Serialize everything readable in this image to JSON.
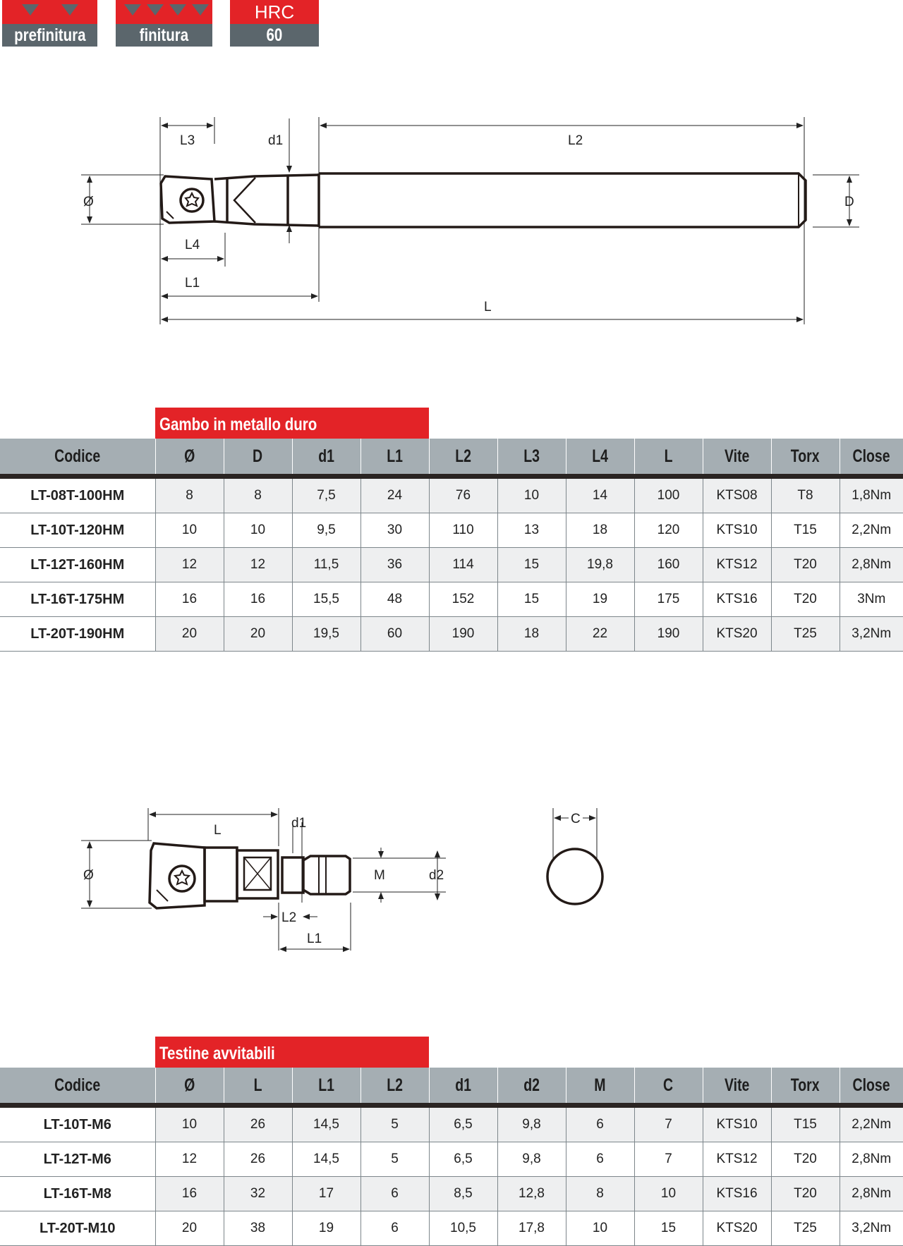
{
  "badges": {
    "prefinitura": "prefinitura",
    "finitura": "finitura",
    "hrc_label": "HRC",
    "hrc_value": "60"
  },
  "drawing1": {
    "labels": {
      "L3": "L3",
      "d1": "d1",
      "L2": "L2",
      "dia": "Ø",
      "D": "D",
      "L4": "L4",
      "L1": "L1",
      "L": "L"
    }
  },
  "table1": {
    "title": "Gambo in metallo duro",
    "headers": [
      "Codice",
      "Ø",
      "D",
      "d1",
      "L1",
      "L2",
      "L3",
      "L4",
      "L",
      "Vite",
      "Torx",
      "Close"
    ],
    "rows": [
      [
        "LT-08T-100HM",
        "8",
        "8",
        "7,5",
        "24",
        "76",
        "10",
        "14",
        "100",
        "KTS08",
        "T8",
        "1,8Nm"
      ],
      [
        "LT-10T-120HM",
        "10",
        "10",
        "9,5",
        "30",
        "110",
        "13",
        "18",
        "120",
        "KTS10",
        "T15",
        "2,2Nm"
      ],
      [
        "LT-12T-160HM",
        "12",
        "12",
        "11,5",
        "36",
        "114",
        "15",
        "19,8",
        "160",
        "KTS12",
        "T20",
        "2,8Nm"
      ],
      [
        "LT-16T-175HM",
        "16",
        "16",
        "15,5",
        "48",
        "152",
        "15",
        "19",
        "175",
        "KTS16",
        "T20",
        "3Nm"
      ],
      [
        "LT-20T-190HM",
        "20",
        "20",
        "19,5",
        "60",
        "190",
        "18",
        "22",
        "190",
        "KTS20",
        "T25",
        "3,2Nm"
      ]
    ]
  },
  "drawing2": {
    "labels": {
      "L": "L",
      "d1": "d1",
      "dia": "Ø",
      "M": "M",
      "d2": "d2",
      "L2": "L2",
      "L1": "L1",
      "C": "C"
    }
  },
  "table2": {
    "title": "Testine avvitabili",
    "headers": [
      "Codice",
      "Ø",
      "L",
      "L1",
      "L2",
      "d1",
      "d2",
      "M",
      "C",
      "Vite",
      "Torx",
      "Close"
    ],
    "rows": [
      [
        "LT-10T-M6",
        "10",
        "26",
        "14,5",
        "5",
        "6,5",
        "9,8",
        "6",
        "7",
        "KTS10",
        "T15",
        "2,2Nm"
      ],
      [
        "LT-12T-M6",
        "12",
        "26",
        "14,5",
        "5",
        "6,5",
        "9,8",
        "6",
        "7",
        "KTS12",
        "T20",
        "2,8Nm"
      ],
      [
        "LT-16T-M8",
        "16",
        "32",
        "17",
        "6",
        "8,5",
        "12,8",
        "8",
        "10",
        "KTS16",
        "T20",
        "2,8Nm"
      ],
      [
        "LT-20T-M10",
        "20",
        "38",
        "19",
        "6",
        "10,5",
        "17,8",
        "10",
        "15",
        "KTS20",
        "T25",
        "3,2Nm"
      ]
    ]
  }
}
